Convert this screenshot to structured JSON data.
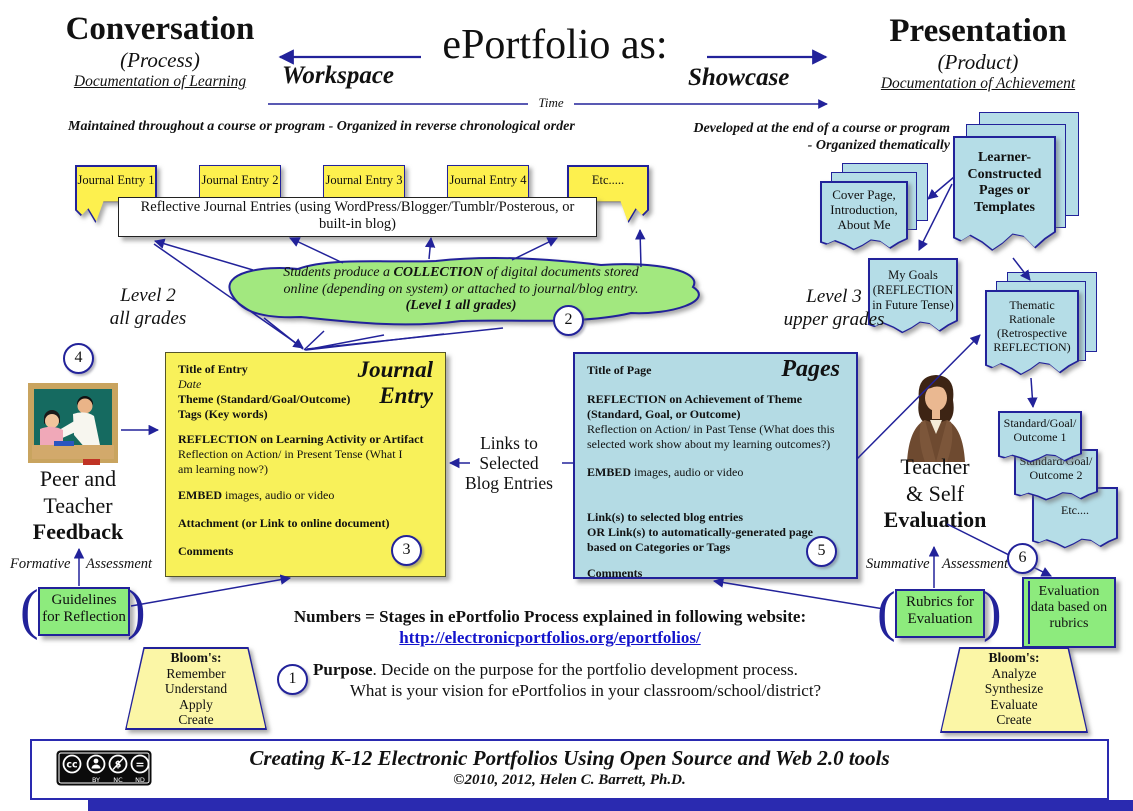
{
  "palette": {
    "navy_line": "#22229a",
    "yellow_box": "#f8f15a",
    "yellow_note": "#fdf04e",
    "pale_yellow": "#fbf6a6",
    "green_cloud": "#a2e87f",
    "green_box": "#8deb7d",
    "blue_page": "#b5dde7",
    "link_blue": "#1414cc"
  },
  "icons": {
    "left_clipart": "teacher-helping-student-clipart",
    "right_clipart": "teacher-woman-clipart",
    "cc_badge": "creative-commons-by-nc-nd-badge"
  },
  "header": {
    "left_title": "Conversation",
    "left_sub": "(Process)",
    "left_sub2": "Documentation of Learning",
    "center_title": "ePortfolio as:",
    "workspace": "Workspace",
    "showcase": "Showcase",
    "time": "Time",
    "right_title": "Presentation",
    "right_sub": "(Product)",
    "right_sub2": "Documentation of Achievement",
    "left_note": "Maintained throughout a course or program - Organized in reverse chronological order",
    "right_note1": "Developed at the end of a course or program",
    "right_note2": "- Organized thematically"
  },
  "workspace_flow": {
    "notes": [
      "Journal Entry 1",
      "Journal Entry 2",
      "Journal Entry 3",
      "Journal Entry 4",
      "Etc....."
    ],
    "reflective_l1": "Reflective Journal Entries (using WordPress/Blogger/Tumblr/Posterous, or",
    "reflective_l2": "built-in blog)",
    "cloud_t1": "Students produce a ",
    "cloud_t2": "COLLECTION",
    "cloud_t3a": " of digital documents stored",
    "cloud_t3b": "online (depending on system) or attached to journal/blog entry.",
    "cloud_t4": "(Level 1 all grades)",
    "cloud_badge": "2",
    "level2_l1": "Level 2",
    "level2_l2": "all grades",
    "links_l1": "Links to",
    "links_l2": "Selected",
    "links_l3": "Blog Entries"
  },
  "journal_box": {
    "title_l1": "Journal",
    "title_l2": "Entry",
    "f_title": "Title of Entry",
    "f_date": "Date",
    "f_theme": "Theme (Standard/Goal/Outcome)",
    "f_tags": "Tags (Key words)",
    "f_reflection_h": "REFLECTION on Learning Activity or Artifact",
    "f_reflection_b": "Reflection on Action/ in Present Tense (What I am learning now?)",
    "f_embed_b": "EMBED",
    "f_embed_r": " images, audio or video",
    "f_attach": "Attachment (or Link to online document)",
    "f_comments": "Comments",
    "badge": "3"
  },
  "pages_box": {
    "title": "Pages",
    "f_title": "Title of Page",
    "f_reflection_h1": "REFLECTION on Achievement of Theme",
    "f_reflection_h2": "(Standard, Goal, or Outcome)",
    "f_reflection_b": "Reflection on Action/ in Past Tense (What does this selected work show about my learning outcomes?)",
    "f_embed_b": "EMBED",
    "f_embed_r": " images, audio or video",
    "f_links1": "Link(s) to selected blog entries",
    "f_links2": "OR Link(s) to automatically-generated page based on Categories or Tags",
    "f_comments": "Comments",
    "badge": "5"
  },
  "left_column": {
    "badge": "4",
    "feedback_l1": "Peer and",
    "feedback_l2": "Teacher",
    "feedback_l3": "Feedback",
    "formative": "Formative",
    "assessment": "Assessment",
    "guidelines_l1": "Guidelines",
    "guidelines_l2": "for Reflection"
  },
  "right_column": {
    "level3_l1": "Level 3",
    "level3_l2": "upper grades",
    "cover_l1": "Cover Page,",
    "cover_l2": "Introduction,",
    "cover_l3": "About Me",
    "learner_l1": "Learner-",
    "learner_l2": "Constructed",
    "learner_l3": "Pages or",
    "learner_l4": "Templates",
    "goals_l1": "My Goals",
    "goals_l2": "(REFLECTION",
    "goals_l3": "in Future Tense)",
    "thematic_l1": "Thematic",
    "thematic_l2": "Rationale",
    "thematic_l3": "(Retrospective",
    "thematic_l4": "REFLECTION)",
    "outcome1_l1": "Standard/Goal/",
    "outcome1_l2": "Outcome 1",
    "outcome2_l1": "Standard/Goal/",
    "outcome2_l2": "Outcome 2",
    "etc_page": "Etc....",
    "teacher_l1": "Teacher",
    "teacher_l2": "& Self",
    "teacher_l3": "Evaluation",
    "summative": "Summative",
    "assessment": "Assessment",
    "rubrics_l1": "Rubrics for",
    "rubrics_l2": "Evaluation",
    "badge": "6",
    "evaldata_l1": "Evaluation",
    "evaldata_l2": "data based on",
    "evaldata_l3": "rubrics"
  },
  "stages": {
    "note": "Numbers = Stages in ePortfolio Process explained in following website:",
    "url": "http://electronicportfolios.org/eportfolios/",
    "badge": "1",
    "purpose_b": "Purpose",
    "purpose_r": ". Decide on the purpose for the portfolio development process.",
    "purpose_l2": "What is your vision for ePortfolios in your classroom/school/district?"
  },
  "blooms_left": {
    "title": "Bloom's:",
    "items": [
      "Remember",
      "Understand",
      "Apply",
      "Create"
    ]
  },
  "blooms_right": {
    "title": "Bloom's:",
    "items": [
      "Analyze",
      "Synthesize",
      "Evaluate",
      "Create"
    ]
  },
  "footer": {
    "title": "Creating K-12 Electronic Portfolios Using Open Source and Web 2.0 tools",
    "copyright": "©2010, 2012, Helen C. Barrett, Ph.D.",
    "cc": "cc",
    "cc_dollar": "$",
    "cc_eq": "=",
    "cc_by": "BY",
    "cc_nc": "NC",
    "cc_nd": "ND"
  },
  "glyphs": {
    "paren_l": "(",
    "paren_r": ")"
  }
}
